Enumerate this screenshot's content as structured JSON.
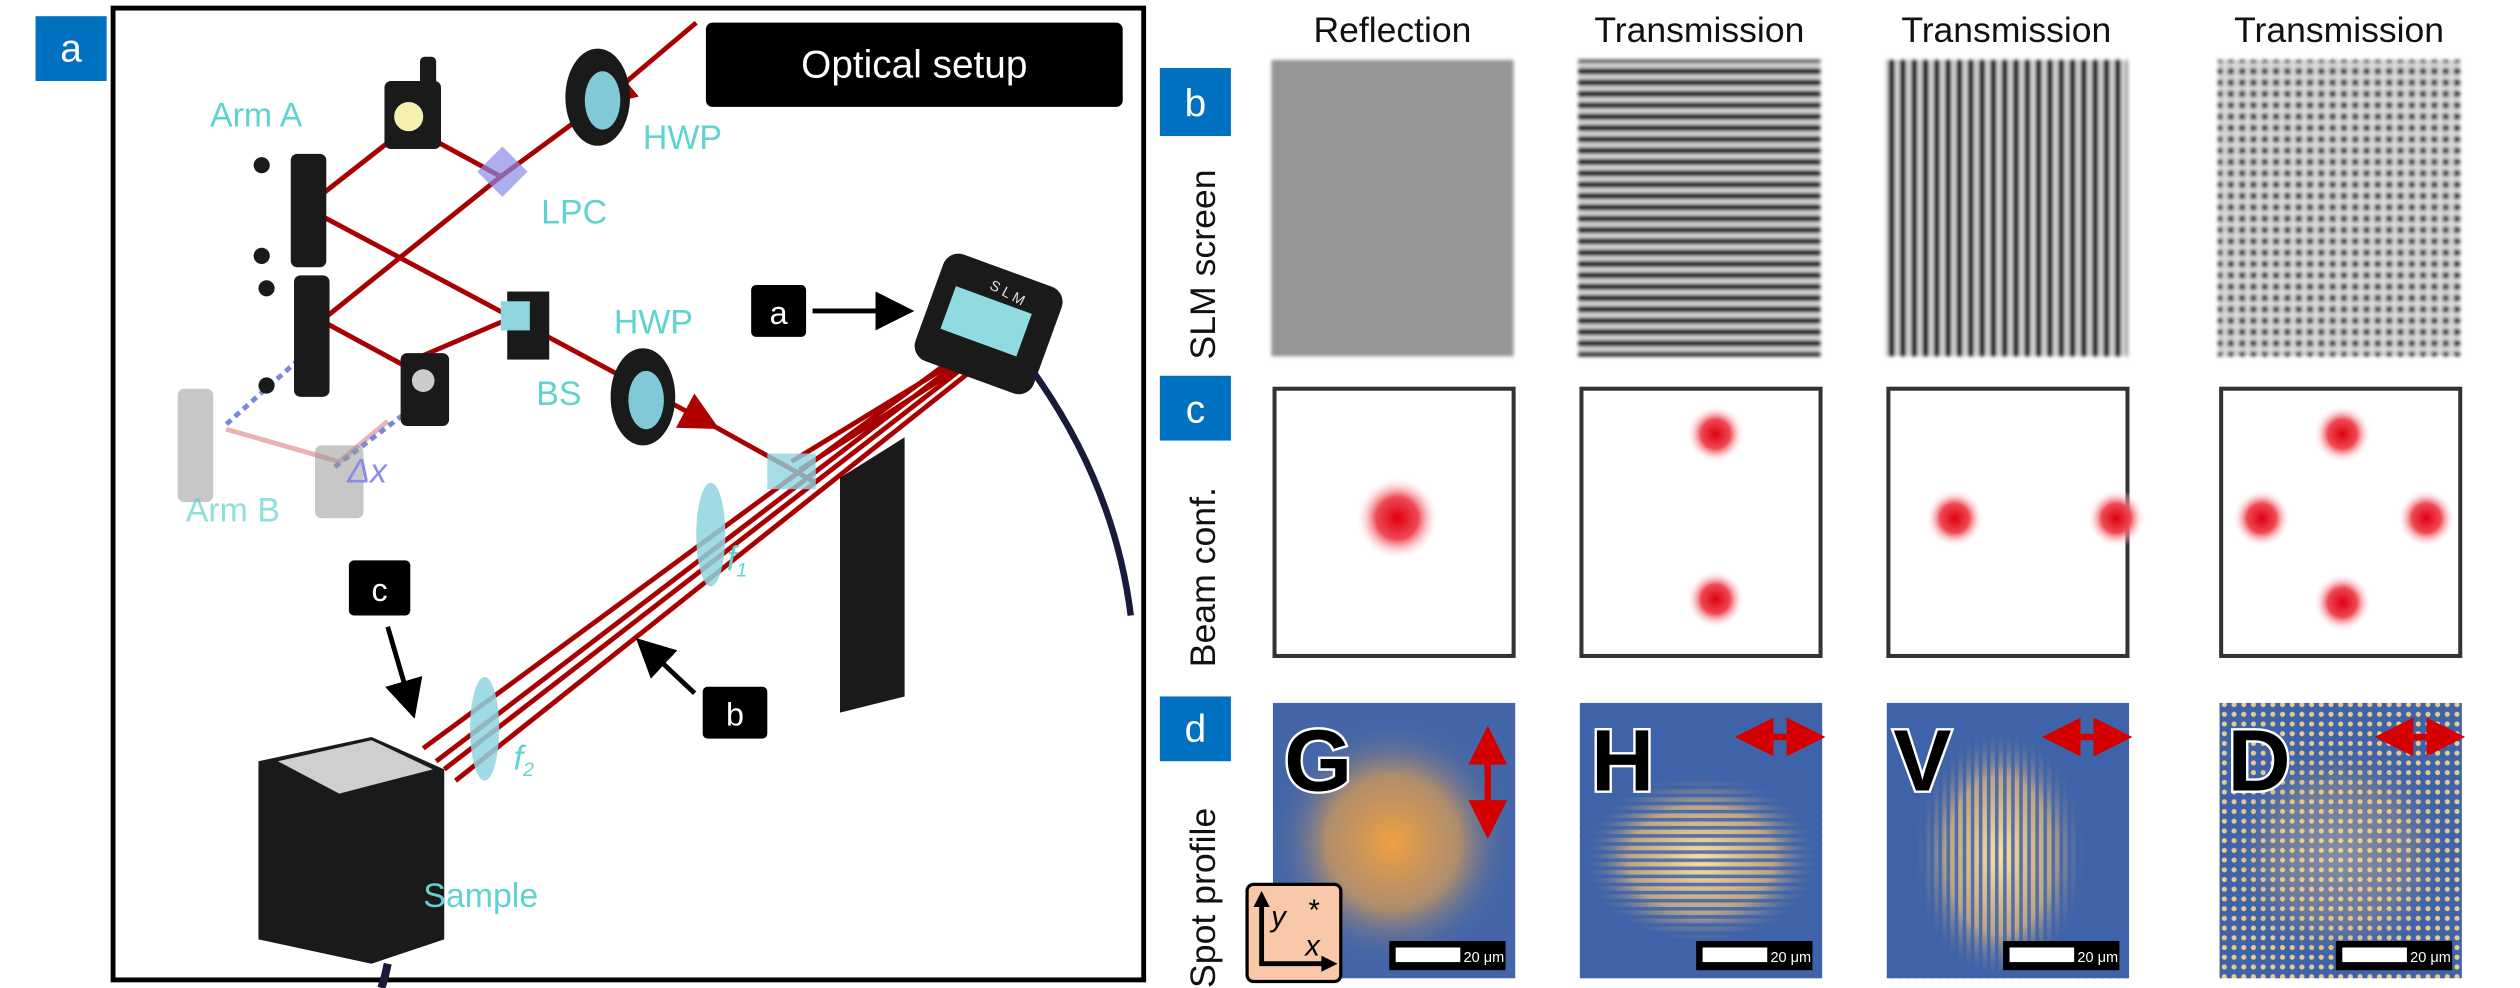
{
  "panel_labels": {
    "a": "a",
    "b": "b",
    "c": "c",
    "d": "d"
  },
  "optical_setup": {
    "title": "Optical setup",
    "components": {
      "arm_a": "Arm A",
      "hwp_1": "HWP",
      "lpc": "LPC",
      "hwp_2": "HWP",
      "bs": "BS",
      "delta_x": "Δx",
      "arm_b": "Arm B",
      "sample": "Sample",
      "f1": "f",
      "f1_sub": "1",
      "f2": "f",
      "f2_sub": "2",
      "slm": "S L M"
    },
    "callouts": {
      "a": "a",
      "b": "b",
      "c": "c"
    }
  },
  "columns": [
    "Reflection",
    "Transmission",
    "Transmission",
    "Transmission"
  ],
  "rows": {
    "b": "SLM screen",
    "c": "Beam conf.",
    "d": "Spot profile"
  },
  "spot_letters": [
    "G",
    "H",
    "V",
    "D"
  ],
  "scale_bar": "20 μm",
  "axes": {
    "y": "y",
    "x": "x",
    "star": "*"
  },
  "colors": {
    "label_blue": "#0070c0",
    "beam_red": "#b00000",
    "component_cyan": "#5fd3d0",
    "arrow_red": "#d40000"
  }
}
